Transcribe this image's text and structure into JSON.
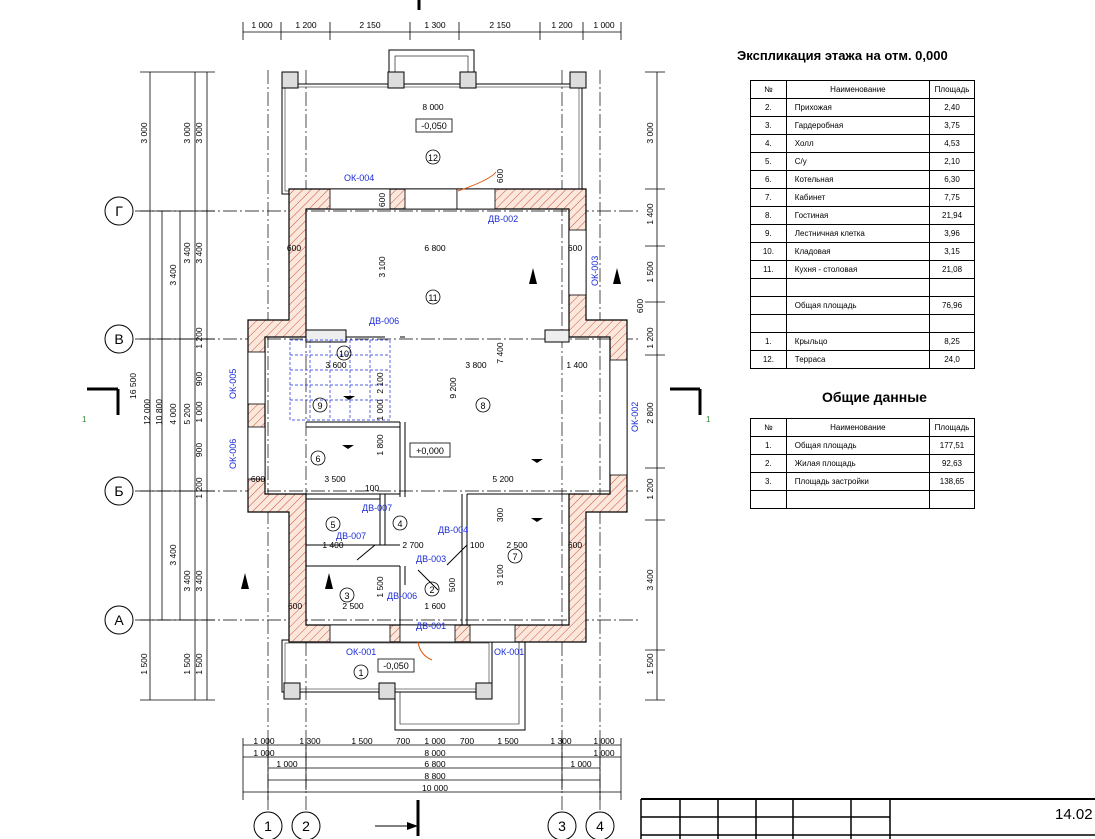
{
  "explication": {
    "title": "Экспликация этажа на отм. 0,000",
    "headers": [
      "№",
      "Наименование",
      "Площадь"
    ],
    "rows": [
      [
        "2.",
        "Прихожая",
        "2,40"
      ],
      [
        "3.",
        "Гардеробная",
        "3,75"
      ],
      [
        "4.",
        "Холл",
        "4,53"
      ],
      [
        "5.",
        "С/у",
        "2,10"
      ],
      [
        "6.",
        "Котельная",
        "6,30"
      ],
      [
        "7.",
        "Кабинет",
        "7,75"
      ],
      [
        "8.",
        "Гостиная",
        "21,94"
      ],
      [
        "9.",
        "Лестничная клетка",
        "3,96"
      ],
      [
        "10.",
        "Кладовая",
        "3,15"
      ],
      [
        "11.",
        "Кухня - столовая",
        "21,08"
      ],
      [
        "",
        "",
        ""
      ],
      [
        "",
        "Общая площадь",
        "76,96"
      ],
      [
        "",
        "",
        ""
      ],
      [
        "1.",
        "Крыльцо",
        "8,25"
      ],
      [
        "12.",
        "Терраса",
        "24,0"
      ]
    ]
  },
  "general": {
    "title": "Общие данные",
    "headers": [
      "№",
      "Наименование",
      "Площадь"
    ],
    "rows": [
      [
        "1.",
        "Общая площадь",
        "177,51"
      ],
      [
        "2.",
        "Жилая площадь",
        "92,63"
      ],
      [
        "3.",
        "Площадь застройки",
        "138,65"
      ],
      [
        "",
        "",
        ""
      ]
    ]
  },
  "stamp": {
    "date": "14.02"
  },
  "axes": {
    "letters": [
      "Г",
      "В",
      "Б",
      "А"
    ],
    "numbers": [
      "1",
      "2",
      "3",
      "4"
    ],
    "section_mark": "1"
  },
  "levels": {
    "terrace": "-0,050",
    "porch": "-0,050",
    "floor": "+0,000"
  },
  "openings": [
    "ОК-004",
    "ДВ-002",
    "ОК-003",
    "ДВ-006",
    "ОК-005",
    "ОК-006",
    "ОК-002",
    "ДВ-007",
    "ДВ-007",
    "ДВ-004",
    "ДВ-003",
    "ДВ-006",
    "ДВ-001",
    "ОК-001",
    "ОК-001"
  ],
  "room_numbers": [
    "12",
    "11",
    "10",
    "9",
    "8",
    "6",
    "5",
    "4",
    "7",
    "3",
    "2",
    "1"
  ],
  "dims": {
    "top": [
      "1 000",
      "1 200",
      "2 150",
      "1 300",
      "2 150",
      "1 200",
      "1 000"
    ],
    "bottom_row1": [
      "1 000",
      "1 300",
      "1 500",
      "700",
      "1 000",
      "700",
      "1 500",
      "1 300",
      "1 000"
    ],
    "bottom_row2": [
      "1 000",
      "8 000",
      "1 000"
    ],
    "bottom_row3": [
      "1 000",
      "6 800",
      "1 000"
    ],
    "bottom_row4": [
      "8 800"
    ],
    "bottom_row5": [
      "10 000"
    ],
    "left_outer": [
      "3 000",
      "16 500",
      "1 500"
    ],
    "left_mid": [
      "12 000",
      "10 800"
    ],
    "left_inner1": [
      "3 400",
      "4 000",
      "3 400"
    ],
    "left_inner2": [
      "3 400",
      "5 200",
      "3 400"
    ],
    "left_inner3": [
      "3 000",
      "3 000",
      "3 400",
      "1 200",
      "900",
      "1 000",
      "900",
      "1 200",
      "3 400",
      "1 500",
      "1 500"
    ],
    "right": [
      "3 000",
      "1 400",
      "1 500",
      "1 200",
      "2 800",
      "1 200",
      "3 400",
      "1 500"
    ],
    "interior": [
      "8 000",
      "6 800",
      "600",
      "600",
      "3 100",
      "600",
      "3 800",
      "3 600",
      "1 400",
      "9 200",
      "7 400",
      "2 100",
      "1 000",
      "3 500",
      "5 200",
      "1 800",
      "1 400",
      "2 700",
      "2 500",
      "2 500",
      "1 600",
      "100",
      "100",
      "300",
      "500",
      "1 500",
      "3 100",
      "600",
      "600",
      "600",
      "600",
      "600"
    ]
  }
}
